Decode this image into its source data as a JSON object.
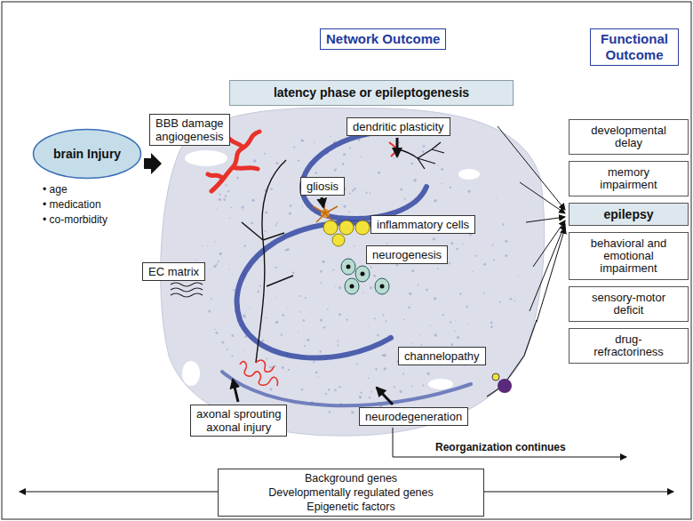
{
  "diagram": {
    "nodes": [
      {
        "text": [
          "Network Outcome"
        ]
      },
      {
        "text": [
          "Functional Outcome"
        ]
      },
      {
        "text": [
          "latency phase or epileptogenesis"
        ]
      },
      {
        "text": [
          "BBB damage",
          "angiogenesis"
        ]
      },
      {
        "text": [
          "dendritic plasticity"
        ]
      },
      {
        "text": [
          "brain Injury"
        ]
      },
      {
        "text": [
          "gliosis"
        ]
      },
      {
        "text": [
          "inflammatory cells"
        ]
      },
      {
        "text": [
          "neurogenesis"
        ]
      },
      {
        "text": [
          "EC matrix"
        ]
      },
      {
        "text": [
          "channelopathy"
        ]
      },
      {
        "text": [
          "axonal sprouting",
          "axonal injury"
        ]
      },
      {
        "text": [
          "neurodegeneration"
        ]
      },
      {
        "text": [
          "developmental delay"
        ]
      },
      {
        "text": [
          "memory impairment"
        ]
      },
      {
        "text": [
          "epilepsy"
        ]
      },
      {
        "text": [
          "behavioral and emotional impairment"
        ]
      },
      {
        "text": [
          "sensory-motor deficit"
        ]
      },
      {
        "text": [
          "drug- refractoriness"
        ]
      },
      {
        "text": [
          "Background genes",
          "Developmentally regulated genes",
          "Epigenetic factors"
        ]
      }
    ],
    "labels": [
      "• age",
      "• medication",
      "• co-morbidity",
      "Reorganization continues"
    ]
  }
}
